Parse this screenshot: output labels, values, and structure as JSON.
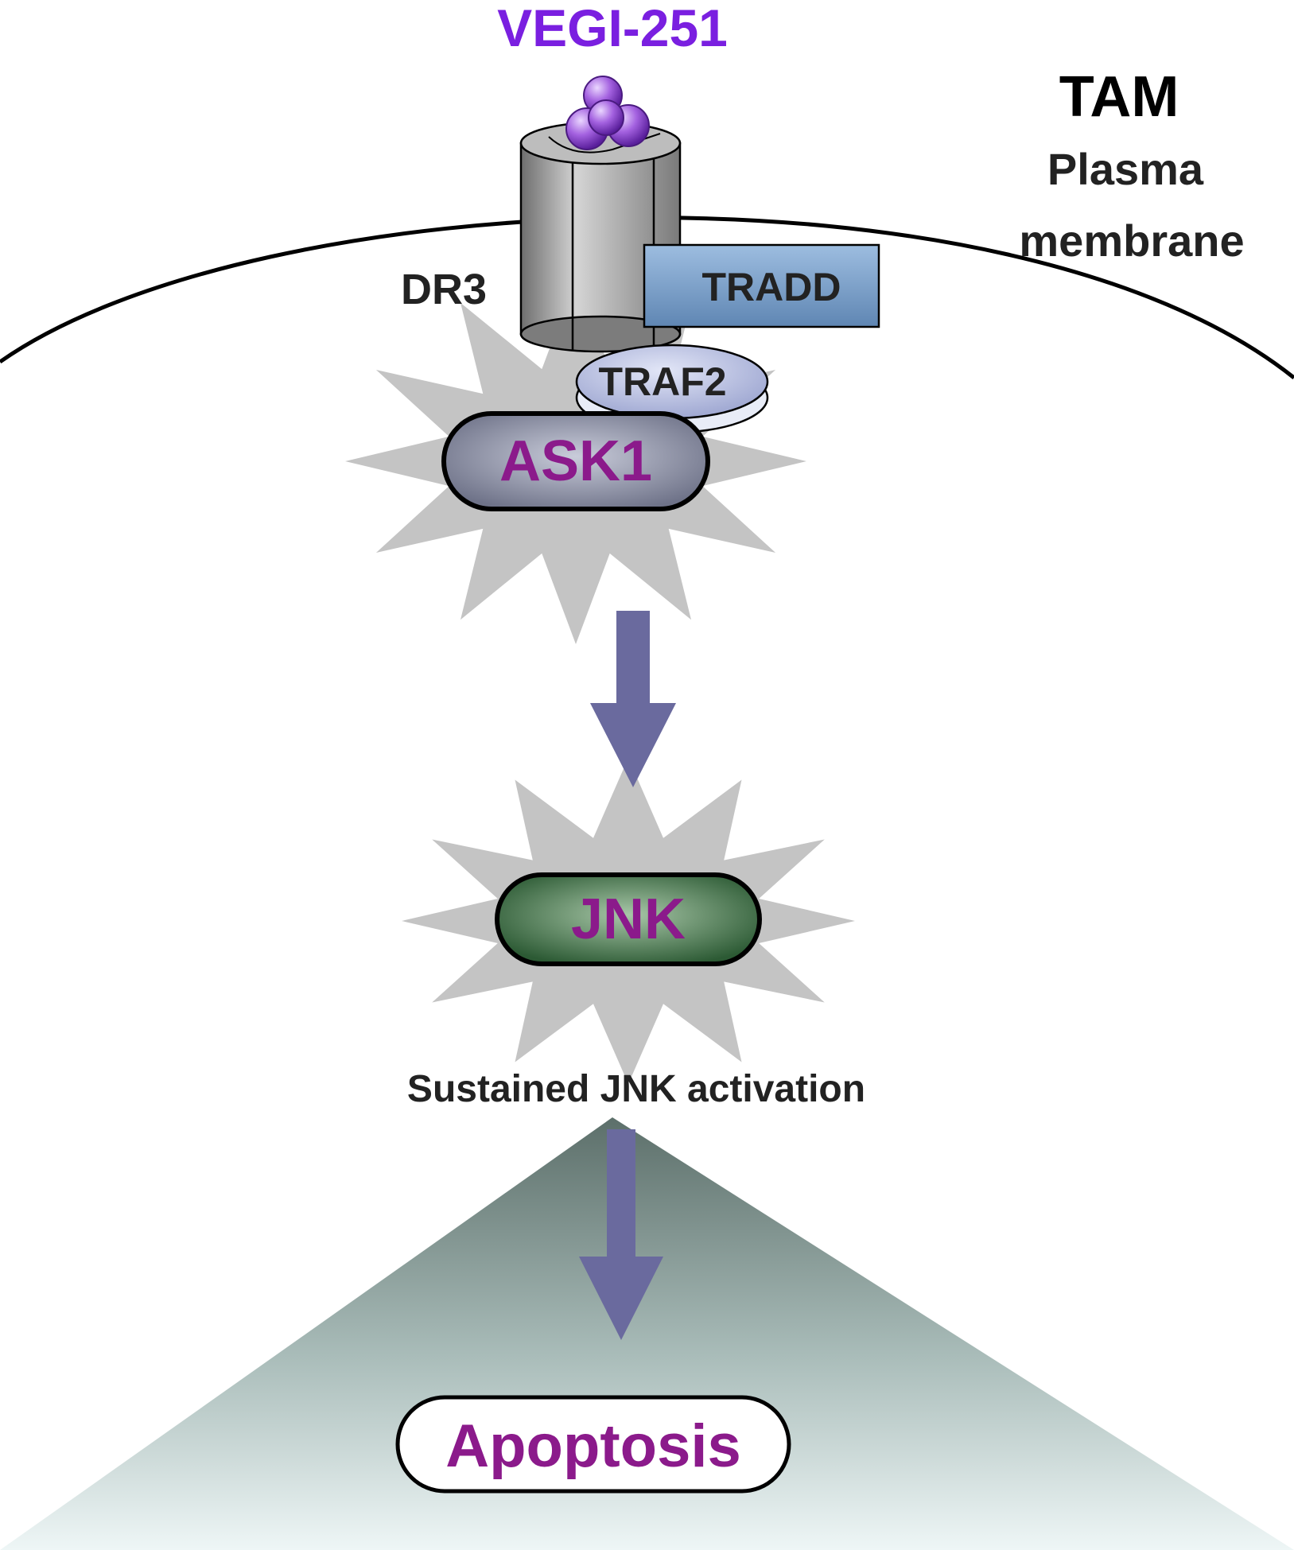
{
  "ligand": {
    "name": "VEGI-251",
    "color": "#7a1fe0"
  },
  "cell": {
    "type_label": "TAM",
    "membrane_label_line1": "Plasma",
    "membrane_label_line2": "membrane"
  },
  "receptor": {
    "name": "DR3"
  },
  "adaptors": {
    "tradd": "TRADD",
    "traf2": "TRAF2"
  },
  "kinases": {
    "ask1": "ASK1",
    "jnk": "JNK"
  },
  "process_label": "Sustained JNK activation",
  "outcome": "Apoptosis",
  "colors": {
    "kinase_text": "#8b1a8b",
    "arrow": "#6a6a9e",
    "burst": "#c4c4c4",
    "ask1_fill": "#8e92a6",
    "jnk_fill": "#2f5e3a",
    "tradd_fill": "#7fa6cc",
    "traf2_fill": "#b6bedf",
    "receptor_fill": "#9a9a9a",
    "ligand_sphere": "#9b59d9",
    "triangle_top": "#5c6f6a",
    "triangle_bottom": "#eef6f6"
  }
}
